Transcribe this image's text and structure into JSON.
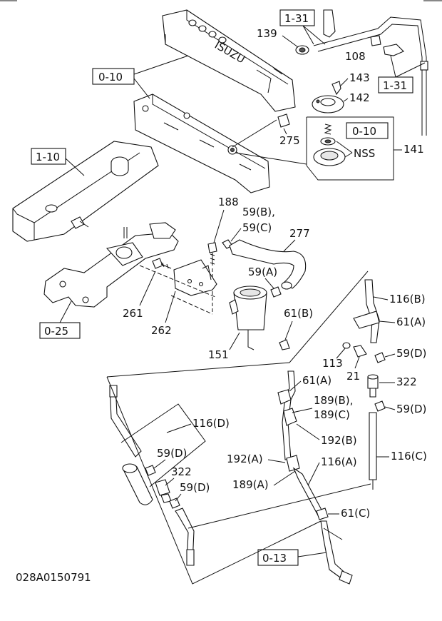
{
  "drawing_code": "028A0150791",
  "engine_text": "ISUZU",
  "ref_boxes": {
    "b131_top": "1-31",
    "b131_right": "1-31",
    "b010_left": "0-10",
    "b010_inner": "0-10",
    "b110": "1-10",
    "b025": "0-25",
    "b013": "0-13"
  },
  "callouts": {
    "c139": "139",
    "c108": "108",
    "c143": "143",
    "c142": "142",
    "c275": "275",
    "nss": "NSS",
    "c141": "141",
    "c188": "188",
    "c59b": "59(B),",
    "c59c": "59(C)",
    "c277": "277",
    "c59a": "59(A)",
    "c261": "261",
    "c262": "262",
    "c151": "151",
    "c61b": "61(B)",
    "c116b": "116(B)",
    "c61a_r": "61(A)",
    "c113": "113",
    "c59d_r": "59(D)",
    "c21": "21",
    "c322_r": "322",
    "c61a": "61(A)",
    "c189b": "189(B),",
    "c189c": "189(C)",
    "c59d_r2": "59(D)",
    "c192b": "192(B)",
    "c116d": "116(D)",
    "c59d_l": "59(D)",
    "c322_l": "322",
    "c59d_l2": "59(D)",
    "c192a": "192(A)",
    "c116a": "116(A)",
    "c116c": "116(C)",
    "c189a": "189(A)",
    "c61c": "61(C)"
  }
}
